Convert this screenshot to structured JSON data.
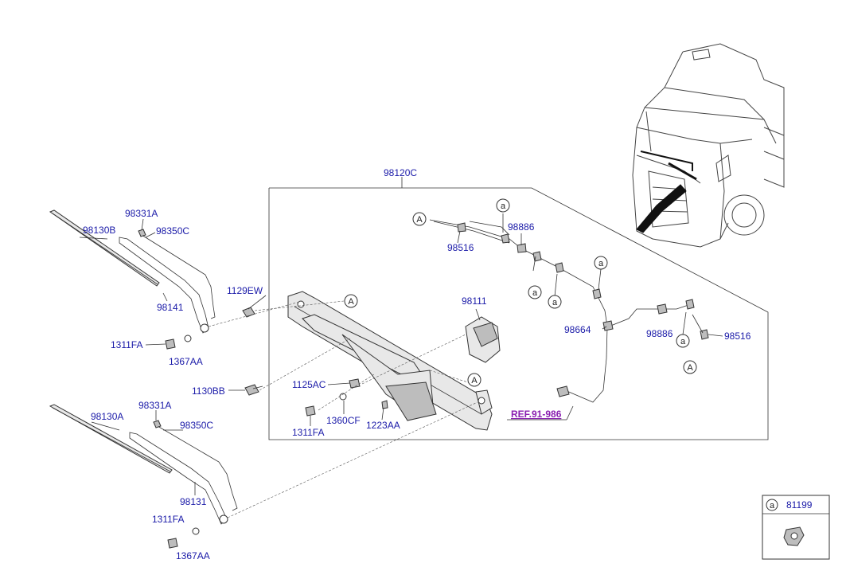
{
  "parts": {
    "p98120C": "98120C",
    "p98331A_top": "98331A",
    "p98130B": "98130B",
    "p98350C_top": "98350C",
    "p98141": "98141",
    "p1129EW": "1129EW",
    "p1311FA_left": "1311FA",
    "p1367AA_top": "1367AA",
    "p1130BB": "1130BB",
    "p98331A_bottom": "98331A",
    "p98130A": "98130A",
    "p98350C_bottom": "98350C",
    "p98131": "98131",
    "p1311FA_bottom": "1311FA",
    "p1367AA_bottom": "1367AA",
    "p98516_top": "98516",
    "p98886_top": "98886",
    "p98111": "98111",
    "p1125AC": "1125AC",
    "p1311FA_mid": "1311FA",
    "p1360CF": "1360CF",
    "p1223AA": "1223AA",
    "p98664": "98664",
    "p98886_right": "98886",
    "p98516_right": "98516",
    "p81199": "81199"
  },
  "reference": "REF.91-986",
  "callouts": {
    "A": "A",
    "a": "a"
  },
  "colors": {
    "part_label": "#1a1aa8",
    "reference": "#8a1fb0",
    "line": "#333333"
  }
}
